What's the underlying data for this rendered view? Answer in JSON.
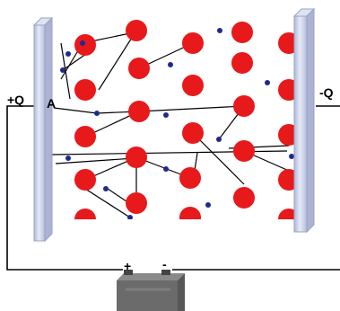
{
  "labels": {
    "left_charge": "+Q",
    "right_charge": "-Q",
    "point": "A",
    "battery_plus": "+",
    "battery_minus": "-"
  },
  "colors": {
    "ion": "#e8191b",
    "electron": "#1f2a8c",
    "plate_face": "#c7cfe6",
    "plate_edge": "#9aa3c4",
    "wire": "#000000",
    "battery_body": "#6b6b6b",
    "battery_top": "#8a8a8a"
  },
  "icons": {
    "battery": "battery-icon"
  }
}
